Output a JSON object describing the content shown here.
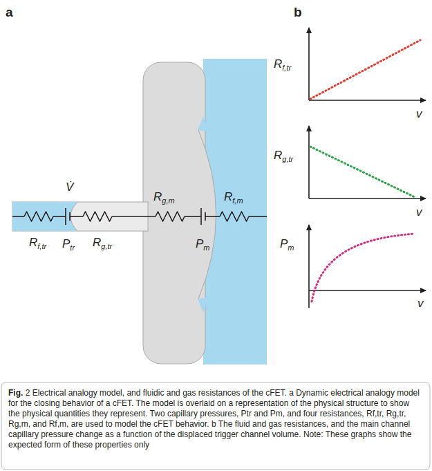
{
  "diagram": {
    "caption": "Fig. 2 Electrical analogy model, and fluidic and gas resistances of the cFET. a Dynamic electrical analogy model for the closing behavior of a cFET. The model is overlaid on a representation of the physical structure to show the physical quantities they represent. Two capillary pressures, Ptr and Pm, and four resistances, Rf,tr, Rg,tr, Rg,m, and Rf,m, are used to model the cFET behavior. b The fluid and gas resistances, and the main channel capillary pressure change as a function of the displaced trigger channel volume. Note: These graphs show the expected form of these properties only",
    "labels": [
      "a",
      "b",
      "V̇",
      "Rf,tr",
      "Ptr",
      "Rg,tr",
      "Rg,m",
      "Pm",
      "Rf,m",
      "Rf,tr",
      "v",
      "Rg,tr",
      "v",
      "Pm",
      "v"
    ]
  }
}
